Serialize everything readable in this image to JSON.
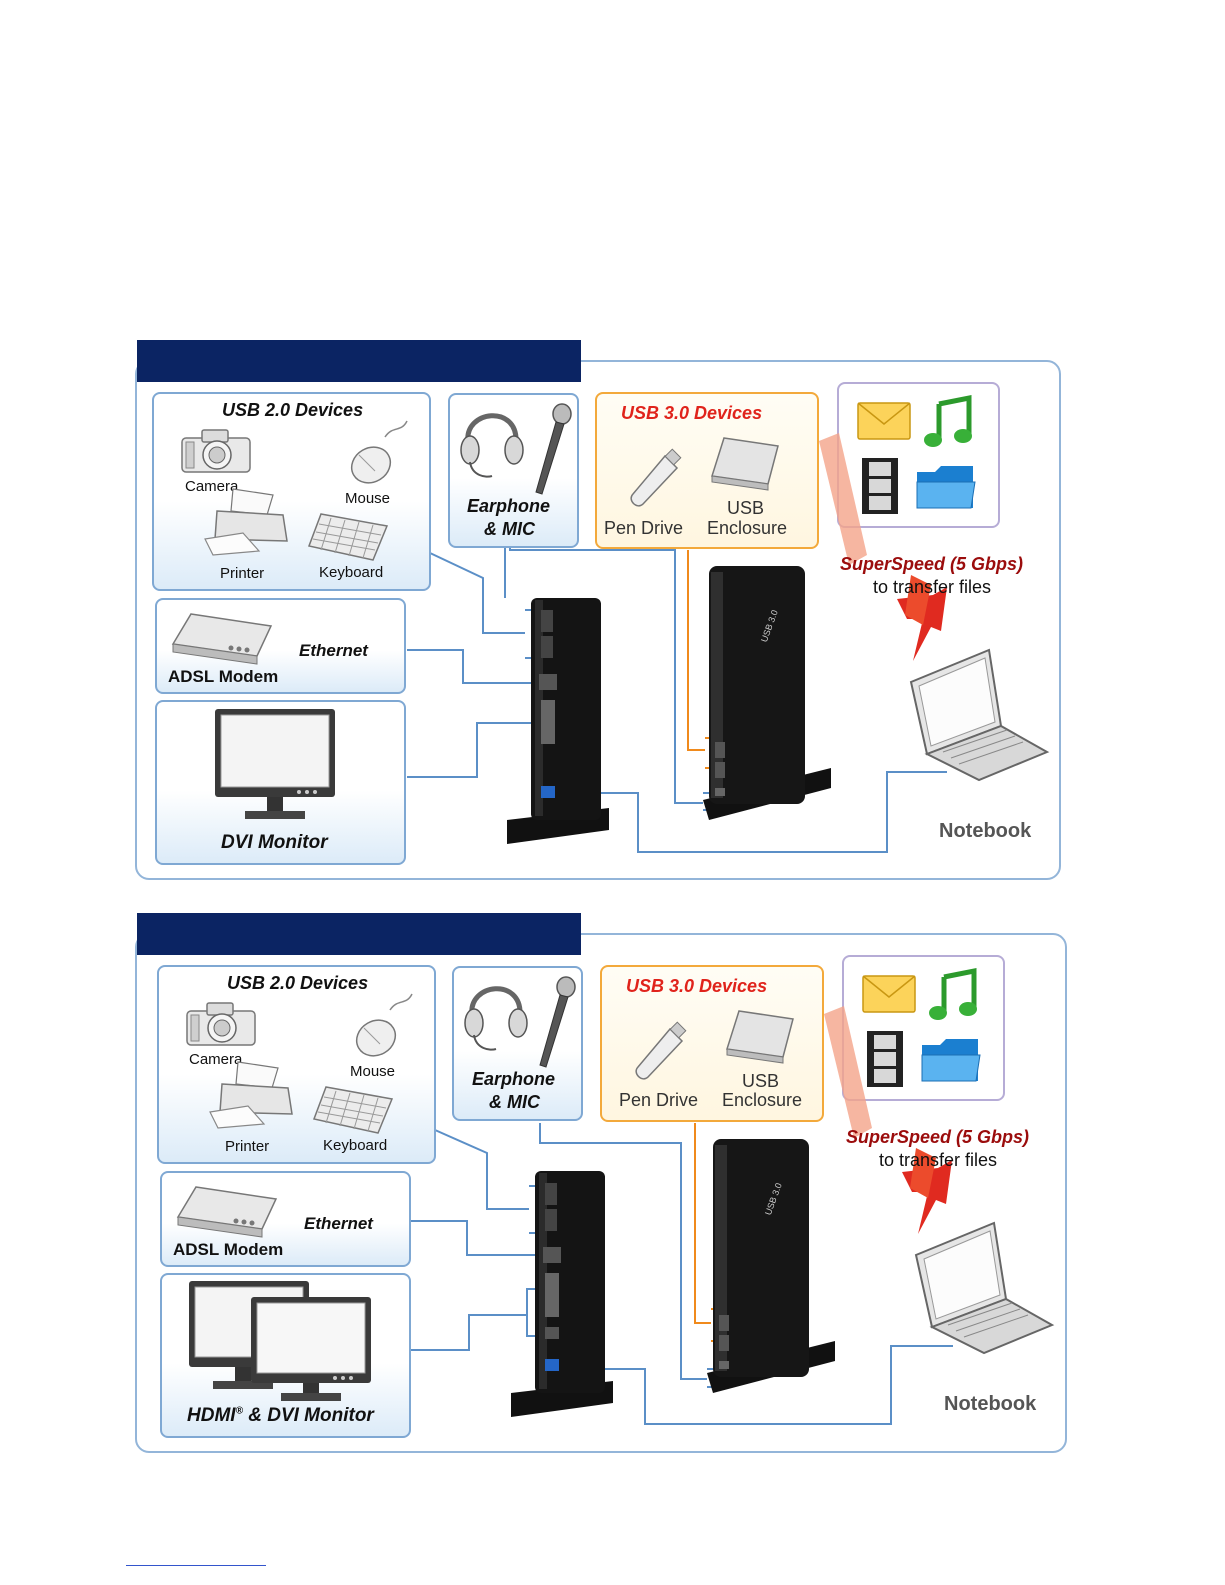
{
  "panels": [
    {
      "usb2_title": "USB 2.0 Devices",
      "camera": "Camera",
      "mouse": "Mouse",
      "printer": "Printer",
      "keyboard": "Keyboard",
      "earphone_line1": "Earphone",
      "earphone_line2": "& MIC",
      "usb3_title": "USB 3.0 Devices",
      "pen_drive": "Pen Drive",
      "usb_enclosure_line1": "USB",
      "usb_enclosure_line2": "Enclosure",
      "superspeed": "SuperSpeed (5 Gbps)",
      "transfer": "to transfer files",
      "ethernet": "Ethernet",
      "adsl": "ADSL Modem",
      "monitor": "DVI Monitor",
      "notebook": "Notebook",
      "dock_label": "USB 3.0"
    },
    {
      "usb2_title": "USB 2.0 Devices",
      "camera": "Camera",
      "mouse": "Mouse",
      "printer": "Printer",
      "keyboard": "Keyboard",
      "earphone_line1": "Earphone",
      "earphone_line2": "& MIC",
      "usb3_title": "USB 3.0 Devices",
      "pen_drive": "Pen Drive",
      "usb_enclosure_line1": "USB",
      "usb_enclosure_line2": "Enclosure",
      "superspeed": "SuperSpeed (5 Gbps)",
      "transfer": "to transfer files",
      "ethernet": "Ethernet",
      "adsl": "ADSL Modem",
      "monitor_prefix": "HDMI",
      "monitor_reg": "®",
      "monitor_suffix": " & DVI Monitor",
      "notebook": "Notebook",
      "dock_label": "USB 3.0"
    }
  ],
  "colors": {
    "title_bar": "#0b2463",
    "frame_border": "#93b5d9",
    "usb2_cable": "#5b8fc7",
    "usb3_cable": "#f08a1c",
    "arrow": "#e02a20"
  }
}
